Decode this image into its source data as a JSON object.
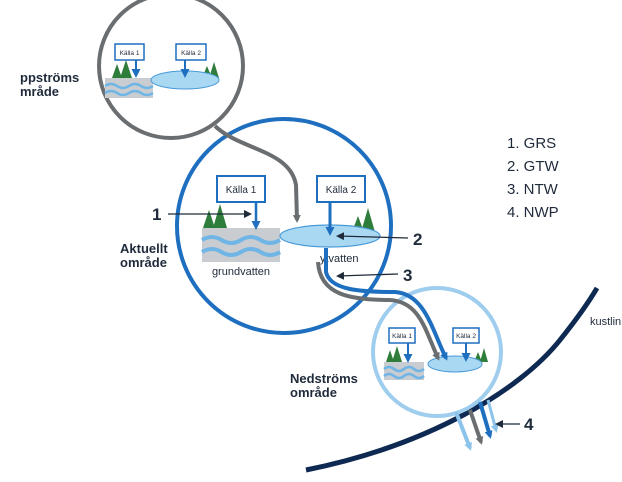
{
  "regions": {
    "upstream": "ppströms\nmråde",
    "current": "Aktuellt\nområde",
    "downstream": "Nedströms\nområde"
  },
  "sources": {
    "source1": "Källa 1",
    "source2": "Källa 2"
  },
  "labels": {
    "groundwater": "grundvatten",
    "surface_water": "ytvatten",
    "coastline": "kustlin"
  },
  "numbers": [
    "1",
    "2",
    "3",
    "4"
  ],
  "legend": [
    "1.  GRS",
    "2.  GTW",
    "3.  NTW",
    "4.  NWP"
  ],
  "colors": {
    "gray_ring": "#6b6e71",
    "mid_blue": "#1e6fbf",
    "light_blue": "#9fcdee",
    "navy": "#0e2a52",
    "water": "#a9d8f2"
  }
}
